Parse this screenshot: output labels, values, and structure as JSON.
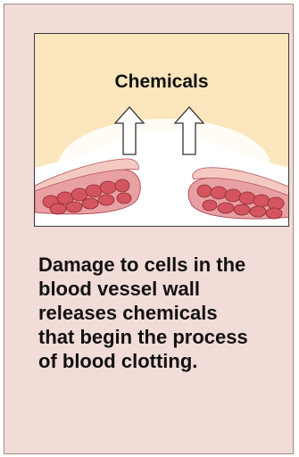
{
  "figure": {
    "label": "Chemicals",
    "caption_lines": [
      "Damage to cells in the",
      "blood vessel wall",
      "releases chemicals",
      "that begin the process",
      "of blood clotting."
    ]
  },
  "colors": {
    "background": "#f2dcd8",
    "illustration_bg": "#fbe6bd",
    "vessel_wall": "#e07b82",
    "cell": "#cf4a55"
  }
}
